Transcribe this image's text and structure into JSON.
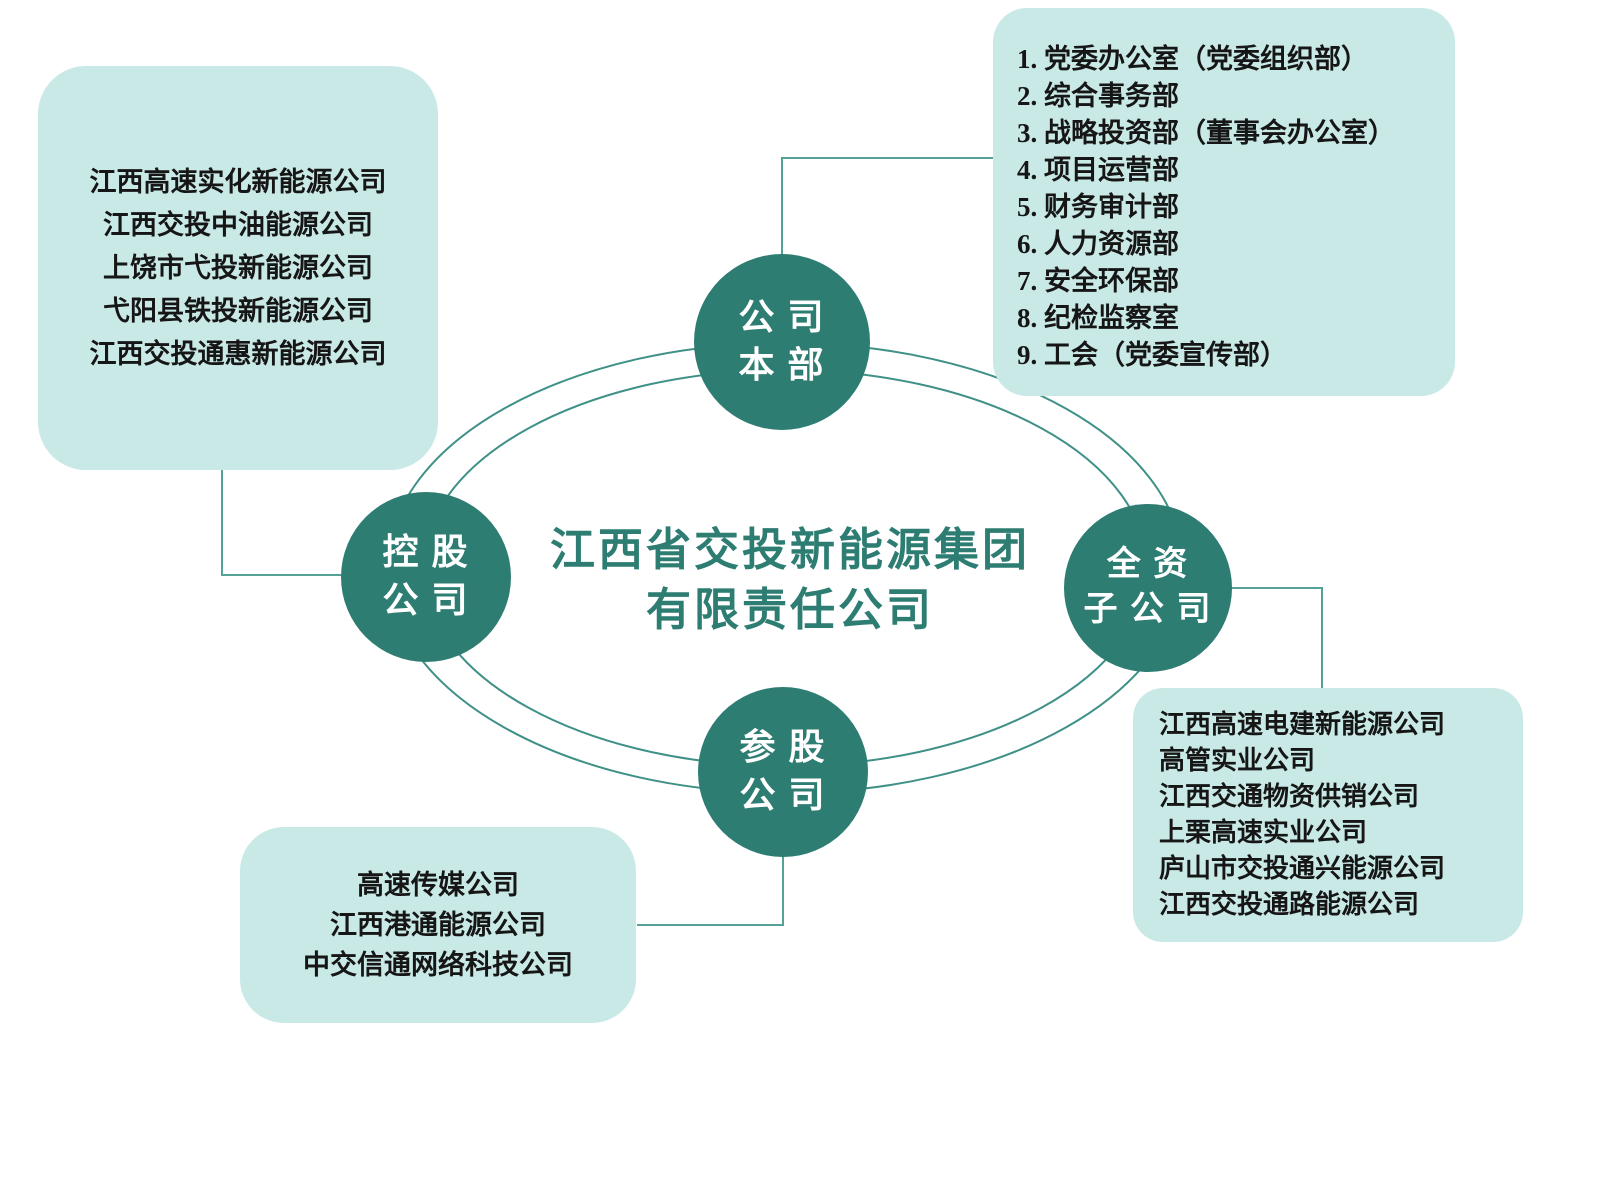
{
  "center": {
    "title_line1": "江西省交投新能源集团",
    "title_line2": "有限责任公司"
  },
  "nodes": {
    "headquarters": {
      "line1": "公 司",
      "line2": "本 部"
    },
    "holding": {
      "line1": "控 股",
      "line2": "公 司"
    },
    "wholly_owned": {
      "line1": "全 资",
      "line2": "子 公 司"
    },
    "equity": {
      "line1": "参 股",
      "line2": "公 司"
    }
  },
  "boxes": {
    "departments": {
      "items": [
        "1. 党委办公室（党委组织部）",
        "2. 综合事务部",
        "3. 战略投资部（董事会办公室）",
        "4. 项目运营部",
        "5. 财务审计部",
        "6. 人力资源部",
        "7. 安全环保部",
        "8. 纪检监察室",
        "9. 工会（党委宣传部）"
      ]
    },
    "holding_companies": {
      "items": [
        "江西高速实化新能源公司",
        "江西交投中油能源公司",
        "上饶市弋投新能源公司",
        "弋阳县铁投新能源公司",
        "江西交投通惠新能源公司"
      ]
    },
    "wholly_owned_companies": {
      "items": [
        "江西高速电建新能源公司",
        "高管实业公司",
        "江西交通物资供销公司",
        "上栗高速实业公司",
        "庐山市交投通兴能源公司",
        "江西交投通路能源公司"
      ]
    },
    "equity_companies": {
      "items": [
        "高速传媒公司",
        "江西港通能源公司",
        "中交信通网络科技公司"
      ]
    }
  },
  "colors": {
    "node_fill": "#2e7d72",
    "box_fill": "#c9e9e7",
    "ellipse_stroke": "#3f9187",
    "connector": "#55a097",
    "title_color": "#2e7d72"
  }
}
